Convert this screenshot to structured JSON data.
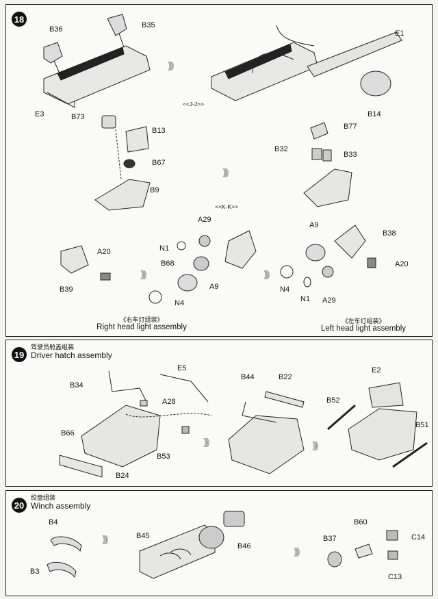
{
  "step18": {
    "number": "18",
    "labels": {
      "b36": "B36",
      "b35": "B35",
      "e3": "E3",
      "e1": "E1",
      "b14": "B14",
      "jj": "<<J-J>>",
      "b73": "B73",
      "b13": "B13",
      "b67": "B67",
      "b9": "B9",
      "b77": "B77",
      "b32": "B32",
      "b33": "B33",
      "kk": "<<K-K>>",
      "a29a": "A29",
      "n1a": "N1",
      "b68": "B68",
      "a9a": "A9",
      "n4a": "N4",
      "a20a": "A20",
      "b39": "B39",
      "a9b": "A9",
      "b38": "B38",
      "a20b": "A20",
      "n4b": "N4",
      "n1b": "N1",
      "a29b": "A29"
    },
    "right_caption_cn": "《右车灯组装》",
    "right_caption": "Right head light assembly",
    "left_caption_cn": "《左车灯组装》",
    "left_caption": "Left head light assembly"
  },
  "step19": {
    "number": "19",
    "title_cn": "驾驶员舱盖组装",
    "title": "Driver hatch assembly",
    "labels": {
      "b34": "B34",
      "e5": "E5",
      "a28": "A28",
      "b66": "B66",
      "b53": "B53",
      "b24": "B24",
      "b44": "B44",
      "b22": "B22",
      "e2": "E2",
      "b52": "B52",
      "b51": "B51"
    }
  },
  "step20": {
    "number": "20",
    "title_cn": "绞盘组装",
    "title": "Winch assembly",
    "labels": {
      "b4": "B4",
      "b3": "B3",
      "b45": "B45",
      "b46": "B46",
      "b37": "B37",
      "b60": "B60",
      "c14": "C14",
      "c13": "C13"
    }
  }
}
